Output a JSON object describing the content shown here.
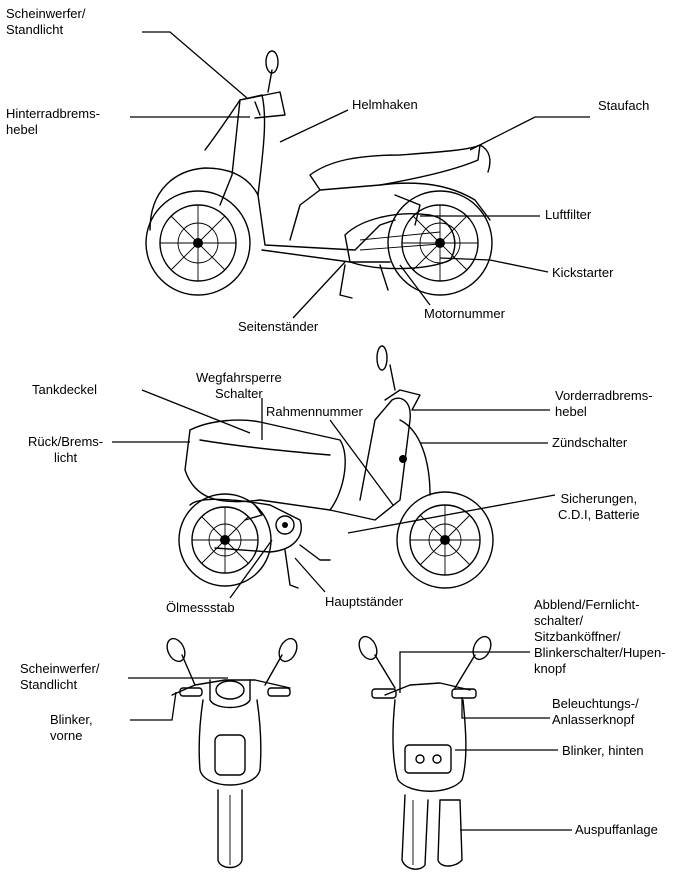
{
  "labels": {
    "scheinwerfer_1": [
      "Scheinwerfer/",
      "Standlicht"
    ],
    "hinterradbremshebel": [
      "Hinterradbrems-",
      "hebel"
    ],
    "helmhaken": "Helmhaken",
    "staufach": "Staufach",
    "luftfilter": "Luftfilter",
    "kickstarter": "Kickstarter",
    "motornummer": "Motornummer",
    "seitenstaender": "Seitenständer",
    "tankdeckel": "Tankdeckel",
    "wegfahrsperre": [
      "Wegfahrsperre",
      "Schalter"
    ],
    "rahmennummer": "Rahmennummer",
    "vorderradbremshebel": [
      "Vorderradbrems-",
      "hebel"
    ],
    "rueckbremslicht": [
      "Rück/Brems-",
      "licht"
    ],
    "zuendschalter": "Zündschalter",
    "sicherungen": [
      "Sicherungen,",
      "C.D.I, Batterie"
    ],
    "oelmessstab": "Ölmessstab",
    "hauptstaender": "Hauptständer",
    "scheinwerfer_2": [
      "Scheinwerfer/",
      "Standlicht"
    ],
    "blinker_vorne": [
      "Blinker,",
      "vorne"
    ],
    "abblend": [
      "Abblend/Fernlicht-",
      "schalter/",
      "Sitzbanköffner/",
      "Blinkerschalter/Hupen-",
      "knopf"
    ],
    "beleuchtung": [
      "Beleuchtungs-/",
      "Anlasserknopf"
    ],
    "blinker_hinten": "Blinker, hinten",
    "auspuffanlage": "Auspuffanlage"
  }
}
